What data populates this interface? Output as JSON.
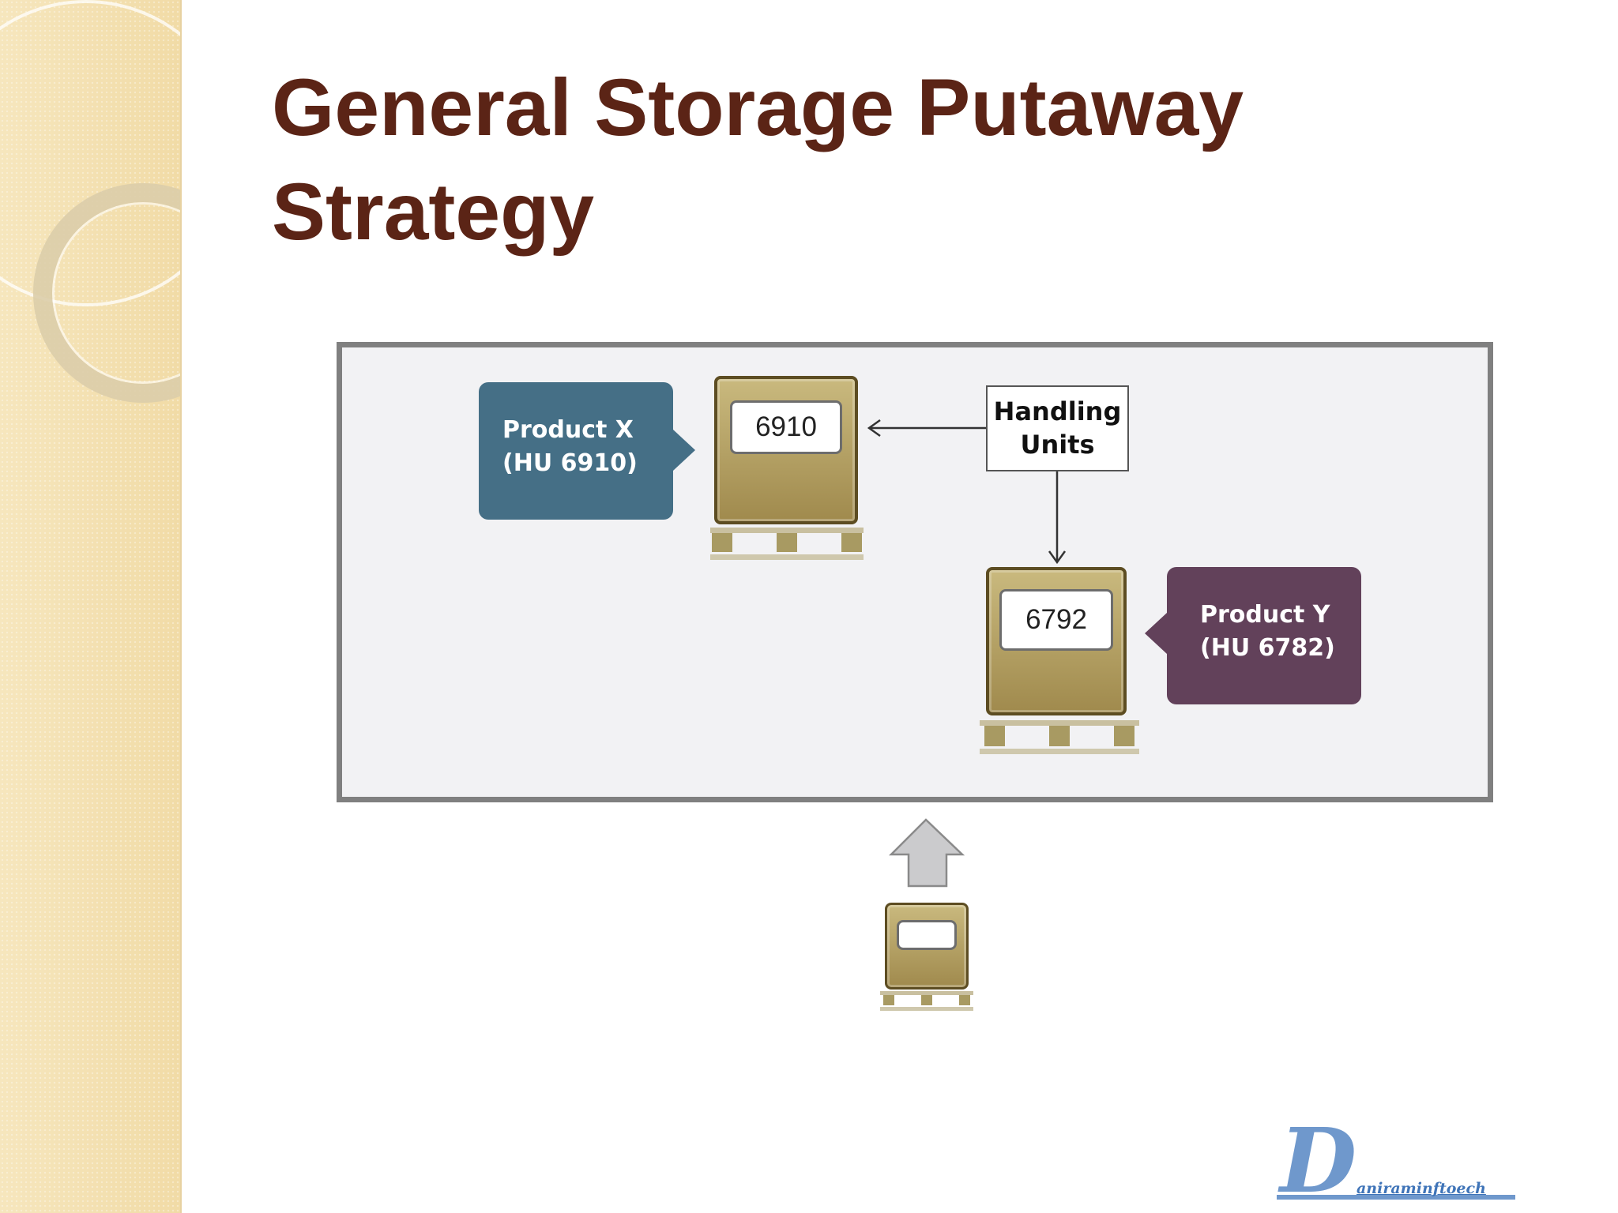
{
  "slide": {
    "title": "General Storage Putaway Strategy"
  },
  "diagram": {
    "handling_units_label": "Handling Units",
    "unit_top": {
      "hu_number": "6910",
      "product_line1": "Product  X",
      "product_line2": "(HU 6910)",
      "callout_color": "#456f86"
    },
    "unit_bottom": {
      "hu_number": "6792",
      "product_line1": "Product  Y",
      "product_line2": "(HU 6782)",
      "callout_color": "#62415a"
    },
    "incoming_arrow": "up-arrow-icon"
  },
  "logo": {
    "letter": "D",
    "text": "aniraminftoech",
    "color": "#3f74b8"
  },
  "colors": {
    "title": "#5b2416",
    "crate": "#a08a4d",
    "warehouse_bg": "#f2f2f4",
    "sidebar": "#f3dfb0"
  }
}
